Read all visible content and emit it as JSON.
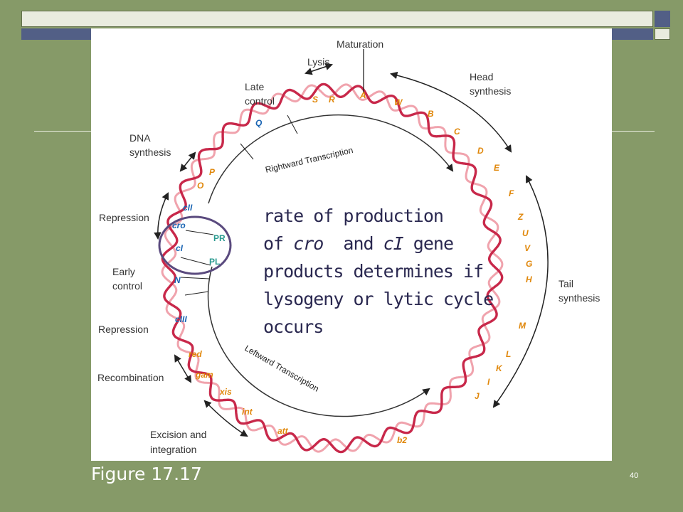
{
  "slide": {
    "caption": "Figure 17.17",
    "page_number": "40",
    "overlay_text": {
      "line1": "rate of production",
      "line2_prefix": "of ",
      "line2_gene1": "cro",
      "line2_mid": "  and ",
      "line2_gene2": "cI",
      "line2_suffix": " gene",
      "line3": "products determines if",
      "line4": "lysogeny or lytic cycle",
      "line5": "occurs"
    }
  },
  "diagram": {
    "transcription": {
      "rightward": "Rightward Transcription",
      "leftward": "Leftward Transcription"
    },
    "functions": {
      "maturation": "Maturation",
      "lysis": "Lysis",
      "late_control_1": "Late",
      "late_control_2": "control",
      "dna_synth_1": "DNA",
      "dna_synth_2": "synthesis",
      "head_synth_1": "Head",
      "head_synth_2": "synthesis",
      "tail_synth_1": "Tail",
      "tail_synth_2": "synthesis",
      "repression_top": "Repression",
      "early_control_1": "Early",
      "early_control_2": "control",
      "repression_bottom": "Repression",
      "recombination": "Recombination",
      "excision_1": "Excision and",
      "excision_2": "integration"
    },
    "genes": {
      "S": "S",
      "R": "R",
      "A": "A",
      "W": "W",
      "B": "B",
      "C": "C",
      "D": "D",
      "E": "E",
      "F": "F",
      "Z": "Z",
      "U": "U",
      "V": "V",
      "G": "G",
      "H": "H",
      "M": "M",
      "L": "L",
      "K": "K",
      "I": "I",
      "J": "J",
      "b2": "b2",
      "att": "att",
      "int": "int",
      "xis": "xis",
      "gam": "gam",
      "red": "red",
      "cIII": "cIII",
      "N": "N",
      "cI": "cI",
      "cro": "cro",
      "cII": "cII",
      "O": "O",
      "P": "P",
      "Q": "Q",
      "PR": "PR",
      "PL": "PL"
    },
    "colors": {
      "helix_red": "#c8284a",
      "helix_pink": "#f0a3ad",
      "gene_orange": "#e0870a",
      "gene_blue": "#1c66b4",
      "promoter_teal": "#2a9a8f",
      "oval": "#5a4a7e"
    }
  }
}
